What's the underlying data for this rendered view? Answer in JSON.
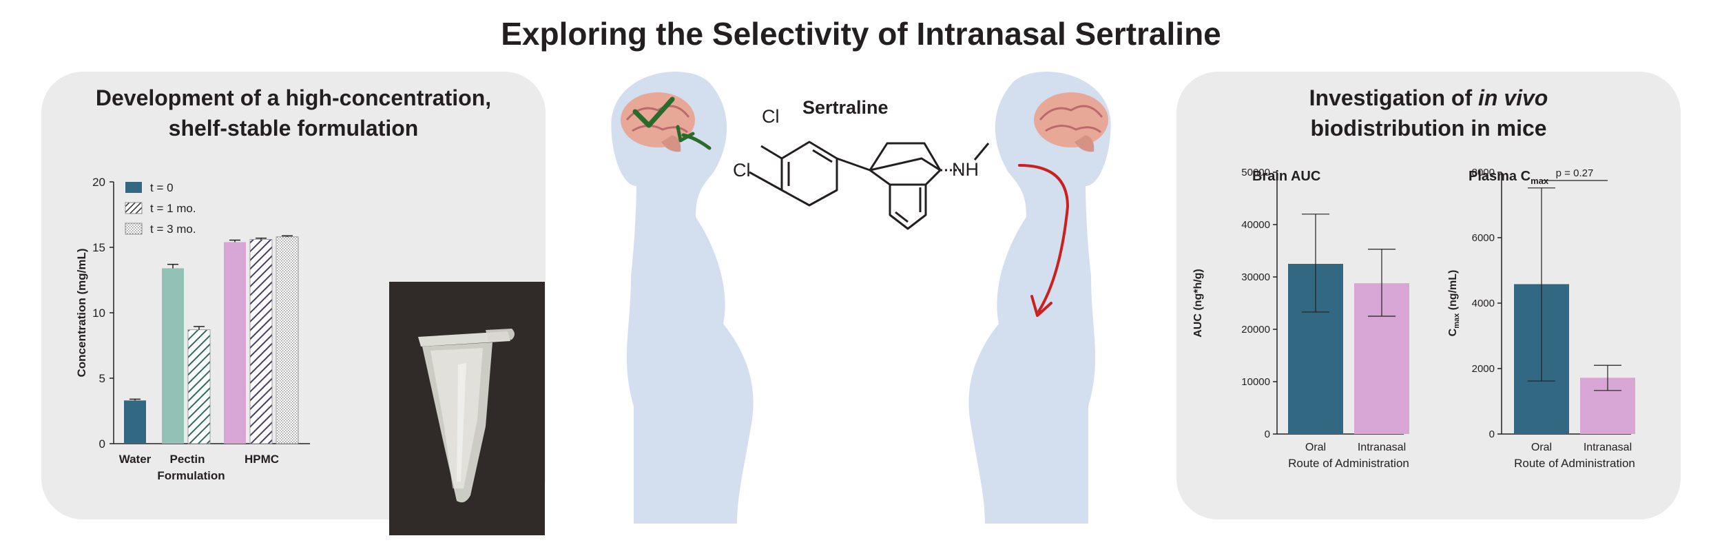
{
  "page": {
    "title": "Exploring the Selectivity of Intranasal Sertraline"
  },
  "left_panel": {
    "title_line1": "Development of a high-concentration,",
    "title_line2": "shelf-stable formulation"
  },
  "center": {
    "molecule_name": "Sertraline",
    "atom_labels": [
      "Cl",
      "Cl",
      "NH"
    ]
  },
  "right_panel": {
    "title_line1": "Investigation of ",
    "title_italic": "in vivo",
    "title_line2": "biodistribution in mice"
  },
  "colors": {
    "panel_bg": "#ebebeb",
    "silhouette": "#d3deee",
    "oral": "#336882",
    "intranasal": "#d7a6d4",
    "water": "#336882",
    "pectin": "#93c1b6",
    "hpmc": "#d7a6d4",
    "arrow_green": "#2a6a2a",
    "arrow_red": "#cc1f1f",
    "brain": "#e8a898"
  },
  "chart_data": [
    {
      "type": "bar",
      "xlabel": "Formulation",
      "ylabel": "Concentration (mg/mL)",
      "ylim": [
        0,
        20
      ],
      "yticks": [
        "0",
        "5",
        "10",
        "15",
        "20"
      ],
      "categories": [
        "Water",
        "Pectin",
        "HPMC"
      ],
      "legend": [
        "t = 0",
        "t = 1 mo.",
        "t = 3 mo."
      ],
      "legend_position": "top-left",
      "series": [
        {
          "name": "t = 0",
          "values": [
            3.3,
            13.4,
            15.4
          ],
          "errors": [
            0.1,
            0.3,
            0.15
          ]
        },
        {
          "name": "t = 1 mo.",
          "values": [
            null,
            8.7,
            15.6
          ],
          "errors": [
            null,
            0.25,
            0.1
          ]
        },
        {
          "name": "t = 3 mo.",
          "values": [
            null,
            null,
            15.8
          ],
          "errors": [
            null,
            null,
            0.08
          ]
        }
      ]
    },
    {
      "type": "bar",
      "title": "Brain AUC",
      "xlabel": "Route of Administration",
      "ylabel": "AUC (ng*h/g)",
      "ylim": [
        0,
        50000
      ],
      "yticks": [
        "0",
        "10000",
        "20000",
        "30000",
        "40000",
        "50000"
      ],
      "categories": [
        "Oral",
        "Intranasal"
      ],
      "values": [
        32500,
        28800
      ],
      "err_low": [
        23300,
        22500
      ],
      "err_high": [
        42000,
        35300
      ]
    },
    {
      "type": "bar",
      "title": "Plasma C",
      "title_sub": "max",
      "xlabel": "Route of Administration",
      "ylabel_main": "C",
      "ylabel_sub": "max",
      "ylabel_rest": " (ng/mL)",
      "ylim": [
        0,
        8000
      ],
      "yticks": [
        "0",
        "2000",
        "4000",
        "6000",
        "8000"
      ],
      "categories": [
        "Oral",
        "Intranasal"
      ],
      "values": [
        4580,
        1720
      ],
      "err_low": [
        1620,
        1330
      ],
      "err_high": [
        7520,
        2100
      ],
      "annotation": "p = 0.27"
    }
  ]
}
